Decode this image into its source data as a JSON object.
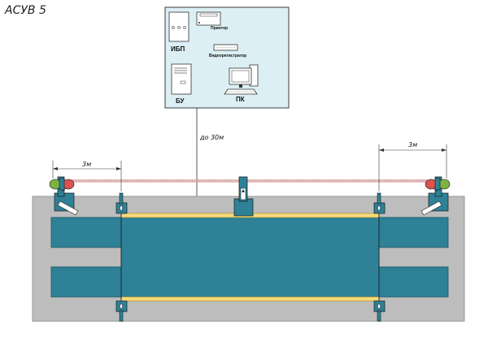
{
  "title": "АСУВ 5",
  "control_room": {
    "ups": "ИБП",
    "printer": "Принтер",
    "recorder": "Видеорегистратор",
    "control_unit": "БУ",
    "pc": "ПК"
  },
  "dimensions": {
    "cable_length": "до 30м",
    "left_offset": "3м",
    "right_offset": "3м"
  },
  "colors": {
    "platform": "#2e8196",
    "ground": "#bdbdbd",
    "rail": "#f5d97a",
    "room": "#dceff4",
    "light_red": "#d9534f",
    "light_green": "#7cb342"
  },
  "icons": [
    "ups-icon",
    "printer-icon",
    "recorder-icon",
    "control-unit-icon",
    "pc-icon",
    "barrier-icon",
    "traffic-light-icon",
    "sensor-post-icon",
    "camera-pole-icon"
  ]
}
